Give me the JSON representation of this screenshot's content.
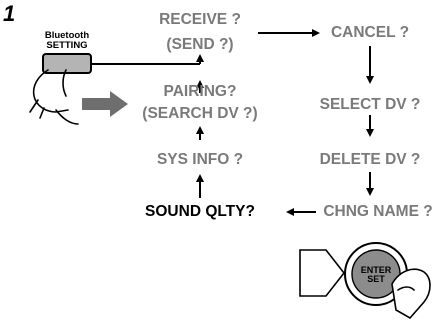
{
  "step_number": "1",
  "button": {
    "caption_line1": "Bluetooth",
    "caption_line2": "SETTING"
  },
  "enter_button": {
    "line1": "ENTER",
    "line2": "SET"
  },
  "menu": {
    "receive": "RECEIVE ?",
    "send": "(SEND ?)",
    "cancel": "CANCEL ?",
    "pairing": "PAIRING?",
    "search_dv": "(SEARCH DV ?)",
    "select_dv": "SELECT DV ?",
    "sys_info": "SYS INFO ?",
    "delete_dv": "DELETE DV ?",
    "sound_qlty": "SOUND QLTY?",
    "chng_name": "CHNG NAME ?"
  },
  "colors": {
    "inactive_text": "#7a7a7a",
    "active_text": "#000000",
    "button_fill": "#b4b4b4",
    "enter_fill": "#8c8c8c",
    "press_arrow": "#6e6e6e"
  }
}
